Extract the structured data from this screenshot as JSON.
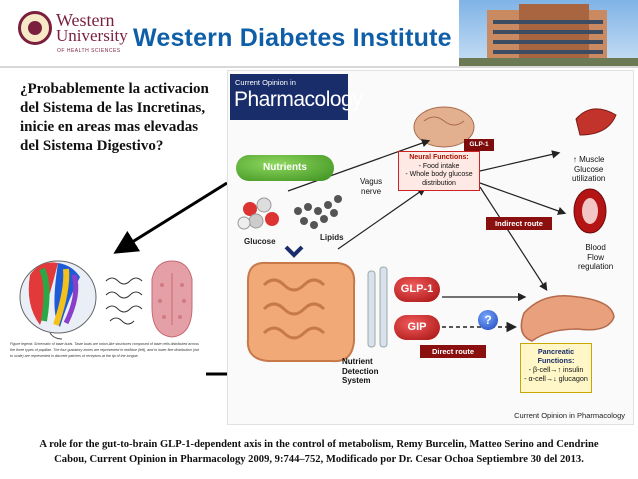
{
  "header": {
    "university_name": "Western",
    "university_name_line2": "University",
    "university_sub": "OF HEALTH SCIENCES",
    "institute_title": "Western Diabetes Institute"
  },
  "question": "¿Probablemente la activacion del Sistema de las Incretinas, inicie en areas mas elevadas del Sistema Digestivo?",
  "figure": {
    "journal_line1": "Current Opinion in",
    "journal_line2": "Pharmacology",
    "nutrients": "Nutrients",
    "glucose": "Glucose",
    "lipids": "Lipids",
    "vagus_line1": "Vagus",
    "vagus_line2": "nerve",
    "glp1_small": "GLP-1",
    "neural_title": "Neural Functions:",
    "neural_item1": "- Food intake",
    "neural_item2": "- Whole body glucose",
    "neural_item3": "distribution",
    "indirect_route": "Indirect route",
    "muscle_line1": "↑ Muscle",
    "muscle_line2": "Glucose",
    "muscle_line3": "utilization",
    "blood_line1": "Blood",
    "blood_line2": "Flow",
    "blood_line3": "regulation",
    "glp1": "GLP-1",
    "gip": "GIP",
    "question_mark": "?",
    "direct_route": "Direct route",
    "nds_line1": "Nutrient",
    "nds_line2": "Detection",
    "nds_line3": "System",
    "pancreatic_title1": "Pancreatic",
    "pancreatic_title2": "Functions:",
    "pancreatic_item1": "- β-cell→↑ insulin",
    "pancreatic_item2": "- α-cell→↓ glucagon",
    "credit": "Current Opinion in Pharmacology"
  },
  "tongue_figure": {
    "caption": "Figure legend: Schematic of taste buds. Taste buds are onion-like structures composed of taste cells distributed across the three types of papillae. The four gustatory zones are represented in red/blue (left), and in lower fine distribution (not to scale) are represented in discrete patches of receptors at the tip of the tongue."
  },
  "reference": {
    "line1": "A role for the gut-to-brain GLP-1-dependent axis in the control of metabolism, Remy Burcelin, Matteo Serino and Cendrine",
    "line2": "Cabou, Current Opinion in Pharmacology 2009, 9:744–752, Modificado por Dr. Cesar Ochoa Septiembre 30 del 2013."
  },
  "colors": {
    "university": "#7a1f3d",
    "institute": "#0e5ea8",
    "journal_bg": "#1a2d6b",
    "route_red": "#8a0f0f",
    "nutrients_green": "#3b8f1e"
  }
}
